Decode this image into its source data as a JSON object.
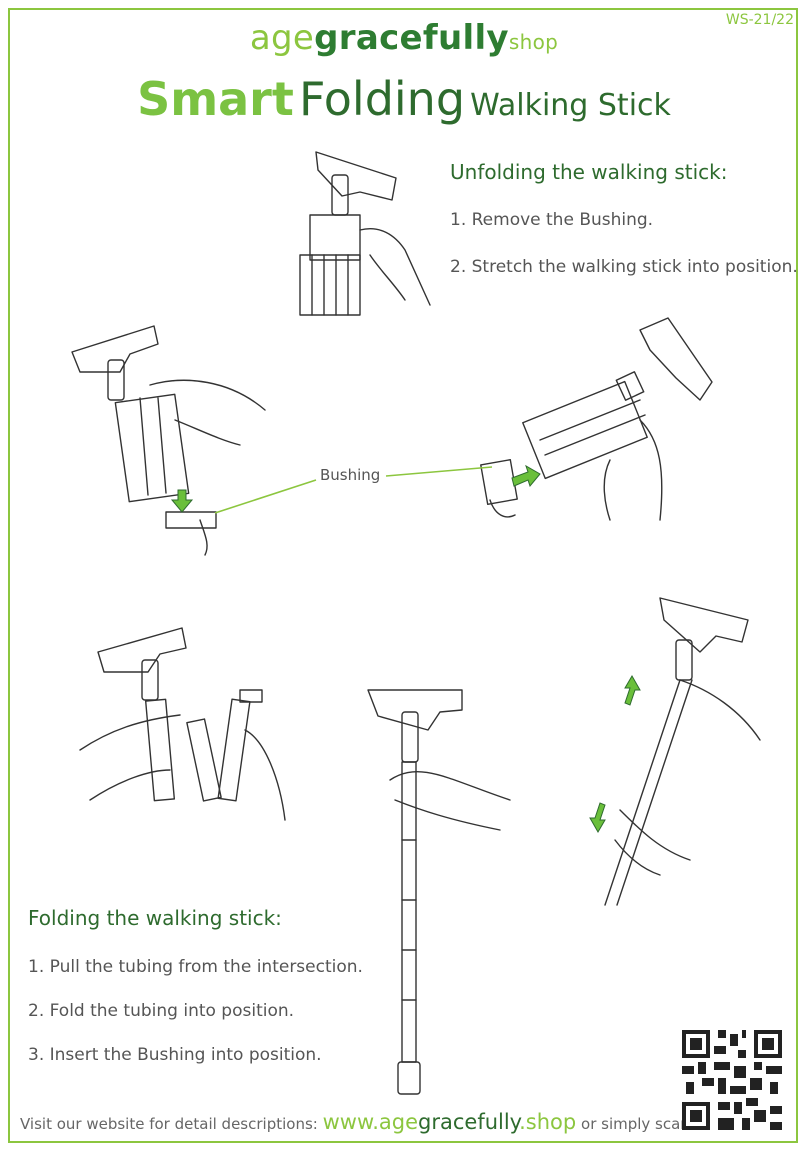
{
  "doc_code": "WS-21/22",
  "brand": {
    "part1": "age",
    "part2": "gracefully",
    "part3": "shop"
  },
  "title": {
    "part1": "Smart",
    "part2": "Folding",
    "part3": "Walking Stick"
  },
  "unfolding": {
    "heading": "Unfolding the walking stick:",
    "steps": [
      "1. Remove the Bushing.",
      "2. Stretch the walking stick into position."
    ]
  },
  "bushing_label": "Bushing",
  "folding": {
    "heading": "Folding the walking stick:",
    "steps": [
      "1. Pull the tubing from the intersection.",
      "2. Fold the tubing into position.",
      "3. Insert the Bushing into position."
    ]
  },
  "footer": {
    "text": "Visit our website for detail descriptions:",
    "url_part1": "www.age",
    "url_part2": "gracefully",
    "url_part3": ".shop",
    "scan": "or simply scan:"
  },
  "colors": {
    "accent": "#8cc63f",
    "dark_green": "#2e6b2e",
    "arrow": "#6abf3a"
  }
}
